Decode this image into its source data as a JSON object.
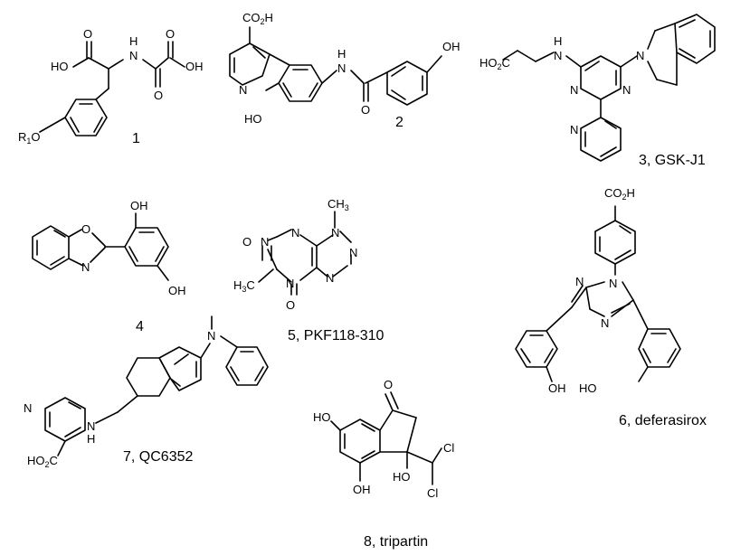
{
  "figure": {
    "compounds": [
      {
        "caption": "1",
        "labels": {
          "oh_acid_left": "HO",
          "o_top_left": "O",
          "nh": "H",
          "n": "N",
          "o_top_right": "O",
          "oh_right": "OH",
          "o_bottom": "O",
          "r1o": "R",
          "r1o_sub": "1",
          "r1o_o": "O"
        }
      },
      {
        "caption": "2",
        "labels": {
          "co2h": "CO",
          "co2h_sub": "2",
          "co2h_h": "H",
          "n_pyr": "N",
          "oh_left": "HO",
          "nh": "H",
          "n": "N",
          "o_amide": "O",
          "oh_right": "OH"
        }
      },
      {
        "caption": "3, GSK-J1",
        "labels": {
          "ho2c": "HO",
          "ho2c_sub": "2",
          "ho2c_c": "C",
          "nh": "H",
          "n": "N",
          "n_ring": "N",
          "n_pyrim_left": "N",
          "n_pyrim_right": "N",
          "n_pyr": "N"
        }
      },
      {
        "caption": "4",
        "labels": {
          "oh_top": "OH",
          "o_ring": "O",
          "n_ring": "N",
          "oh_bottom": "OH"
        }
      },
      {
        "caption": "5, PKF118-310",
        "labels": {
          "ch3_top": "CH",
          "ch3_top_sub": "3",
          "n1": "N",
          "n2": "N",
          "n3": "N",
          "n4": "N",
          "n5": "N",
          "n6": "N",
          "o_top": "O",
          "o_bottom": "O",
          "h3c": "H",
          "h3c_sub": "3",
          "h3c_c": "C"
        }
      },
      {
        "caption": "6, deferasirox",
        "labels": {
          "co2h": "CO",
          "co2h_sub": "2",
          "co2h_h": "H",
          "n_top": "N",
          "n_right": "N",
          "n_bottom": "N",
          "oh_left": "OH",
          "ho_right": "HO"
        }
      },
      {
        "caption": "7, QC6352",
        "labels": {
          "n_methyl": "N",
          "n_pyr": "N",
          "ho2c": "HO",
          "ho2c_sub": "2",
          "ho2c_c": "C",
          "nh_n": "N",
          "nh_h": "H"
        }
      },
      {
        "caption": "8, tripartin",
        "labels": {
          "o_ketone": "O",
          "ho_top": "HO",
          "oh_bottom": "OH",
          "ho_center": "HO",
          "cl_top": "Cl",
          "cl_bottom": "Cl"
        }
      }
    ]
  }
}
